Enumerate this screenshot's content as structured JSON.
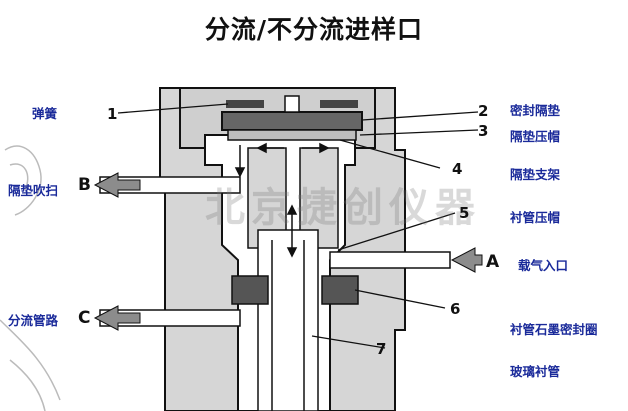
{
  "title": "分流/不分流进样口",
  "watermark": "北京捷创仪器",
  "left_labels": {
    "spring": "弹簧",
    "septum_purge": "隔垫吹扫",
    "split_line": "分流管路"
  },
  "right_labels": {
    "sealing_septum": "密封隔垫",
    "septum_cap": "隔垫压帽",
    "septum_support": "隔垫支架",
    "liner_cap": "衬管压帽",
    "carrier_inlet": "载气入口",
    "graphite_seal": "衬管石墨密封圈",
    "glass_liner": "玻璃衬管"
  },
  "callouts": [
    "1",
    "2",
    "3",
    "4",
    "5",
    "6",
    "7"
  ],
  "ports": {
    "a": "A",
    "b": "B",
    "c": "C"
  },
  "colors": {
    "body": "#d6d6d6",
    "dark_part": "#555555",
    "outline": "#111111",
    "label_blue": "#1a2a9a",
    "arrow_fill": "#8c8c8c"
  }
}
